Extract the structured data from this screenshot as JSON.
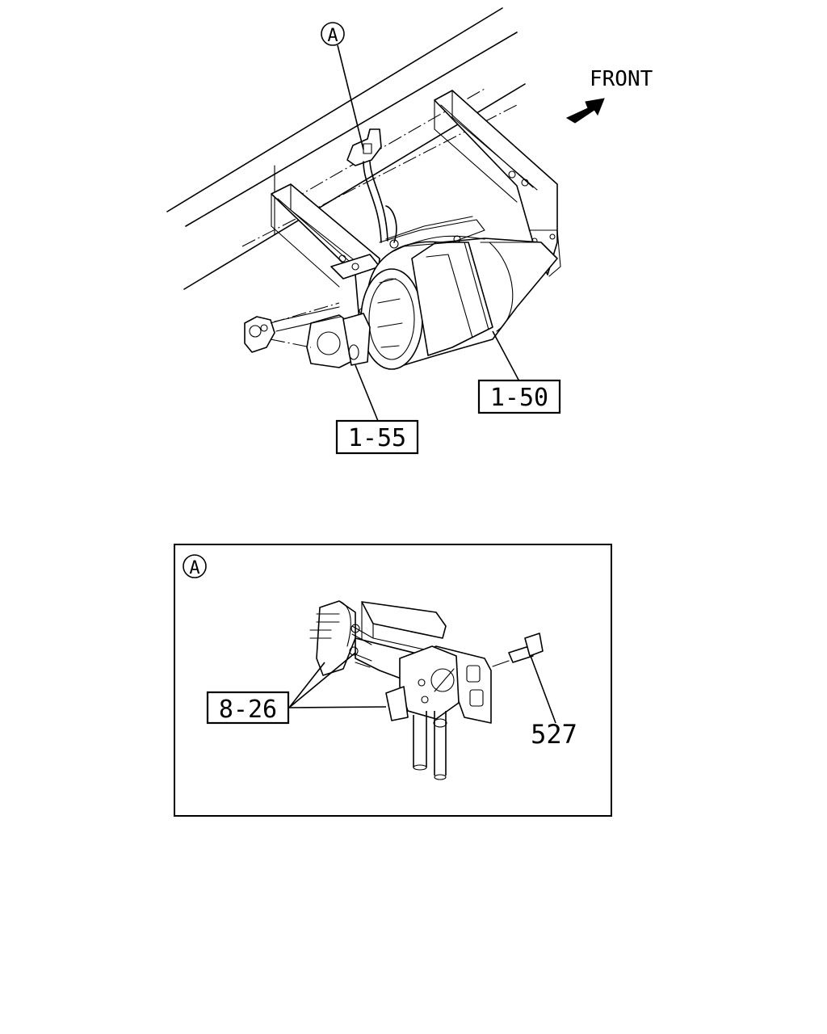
{
  "direction_label": "FRONT",
  "detail_marker": "A",
  "callouts": {
    "catalytic_converter": "1-50",
    "flange_gasket": "1-55",
    "sensor_nut": "8-26",
    "bolt": "527"
  },
  "detail_box_label": "A"
}
